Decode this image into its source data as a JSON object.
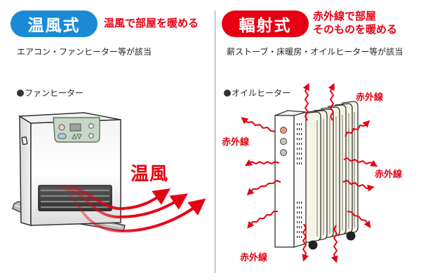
{
  "left": {
    "badge": "温風式",
    "tagline": "温風で部屋を暖める",
    "examples": "エアコン・ファンヒーター等が該当",
    "device_label": "ファンヒーター",
    "airflow_label": "温風"
  },
  "right": {
    "badge": "輻射式",
    "tagline_line1": "赤外線で部屋",
    "tagline_line2": "そのものを暖める",
    "examples": "薪ストーブ・床暖房・オイルヒーター等が該当",
    "device_label": "オイルヒーター",
    "ray_labels": [
      "赤外線",
      "赤外線",
      "赤外線",
      "赤外線"
    ]
  },
  "colors": {
    "convection_blue": "#1a8ad4",
    "radiant_red": "#e60012"
  }
}
